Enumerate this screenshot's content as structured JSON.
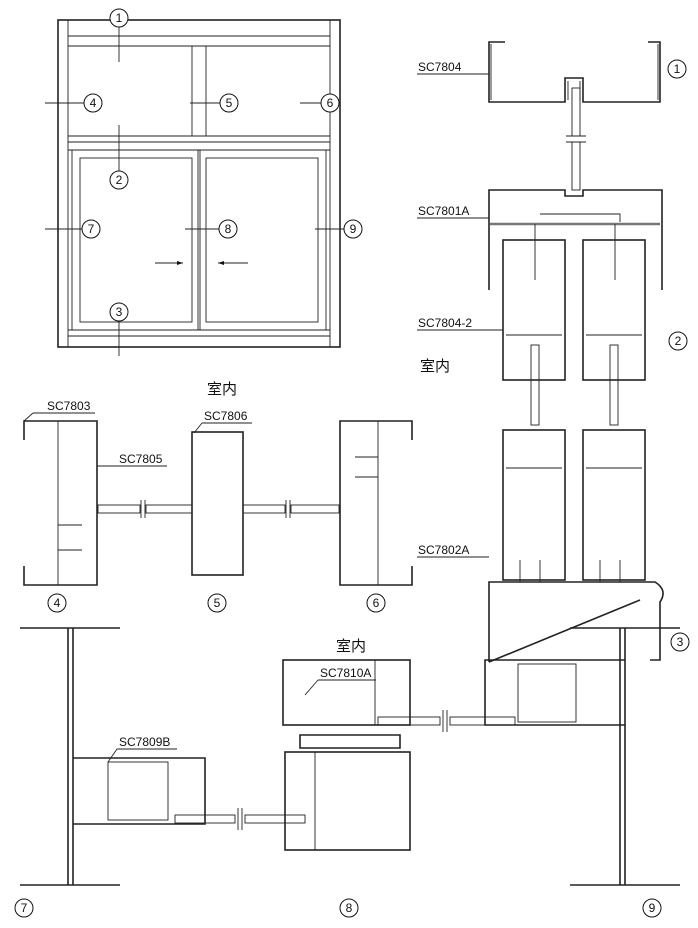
{
  "title": "Sliding window profile assembly sections",
  "callouts": [
    "1",
    "2",
    "3",
    "4",
    "5",
    "6",
    "7",
    "8",
    "9"
  ],
  "profiles": {
    "sc7804": "SC7804",
    "sc7801a": "SC7801A",
    "sc7804_2": "SC7804-2",
    "sc7802a": "SC7802A",
    "sc7803": "SC7803",
    "sc7805": "SC7805",
    "sc7806": "SC7806",
    "sc7810a": "SC7810A",
    "sc7809b": "SC7809B"
  },
  "interior_label": "室内"
}
